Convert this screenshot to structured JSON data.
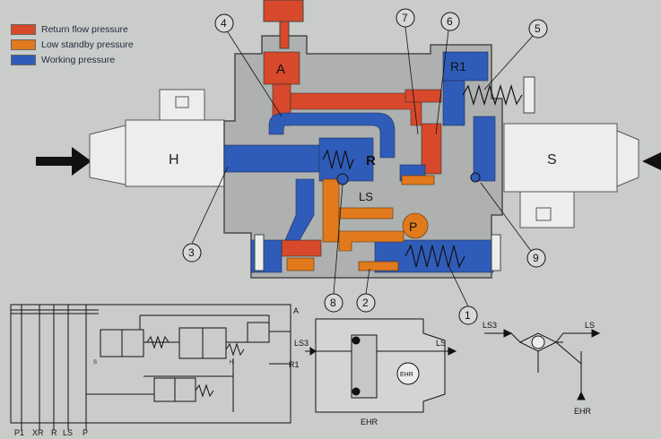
{
  "legend": [
    {
      "label": "Return flow pressure",
      "color": "#d8482a"
    },
    {
      "label": "Low standby pressure",
      "color": "#e07a1c"
    },
    {
      "label": "Working pressure",
      "color": "#2f5cb8"
    }
  ],
  "ports": {
    "a": "A",
    "r1": "R1",
    "r": "R",
    "ls": "LS",
    "p": "P"
  },
  "actuators": {
    "left": "H",
    "right": "S"
  },
  "callouts": [
    "1",
    "2",
    "3",
    "4",
    "5",
    "6",
    "7",
    "8",
    "9"
  ],
  "schematic": {
    "bottom_labels": [
      "P1",
      "XR",
      "R",
      "LS",
      "P"
    ],
    "port_a": "A",
    "port_r1": "R1",
    "marks": [
      "S",
      "H"
    ]
  },
  "valve_detail": {
    "ls3": "LS3",
    "ls": "LS",
    "ehr": "EHR",
    "caption": "EHR"
  },
  "symbol": {
    "ls3": "LS3",
    "ls": "LS",
    "ehr": "EHR"
  },
  "colors": {
    "return": "#d8482a",
    "standby": "#e07a1c",
    "working": "#2f5cb8",
    "housing": "#aeb1b0",
    "background": "#c9ccc9"
  }
}
